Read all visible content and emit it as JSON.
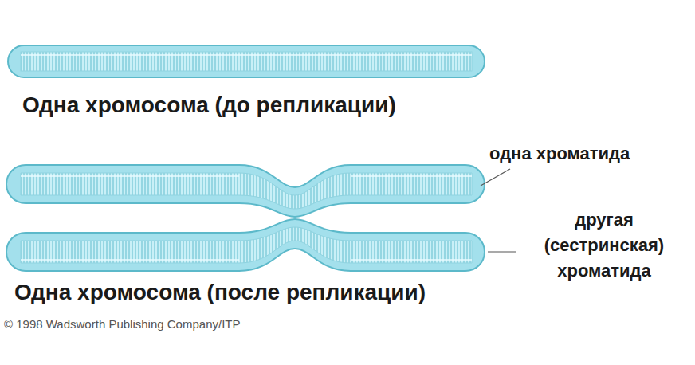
{
  "diagram": {
    "labels": [
      "Одна хромосома (до репликации)",
      "одна хроматида",
      "другая (сестринская) хроматида",
      "Одна хромосома (после репликации)",
      "© 1998 Wadsworth Publishing Company/ITP"
    ]
  }
}
